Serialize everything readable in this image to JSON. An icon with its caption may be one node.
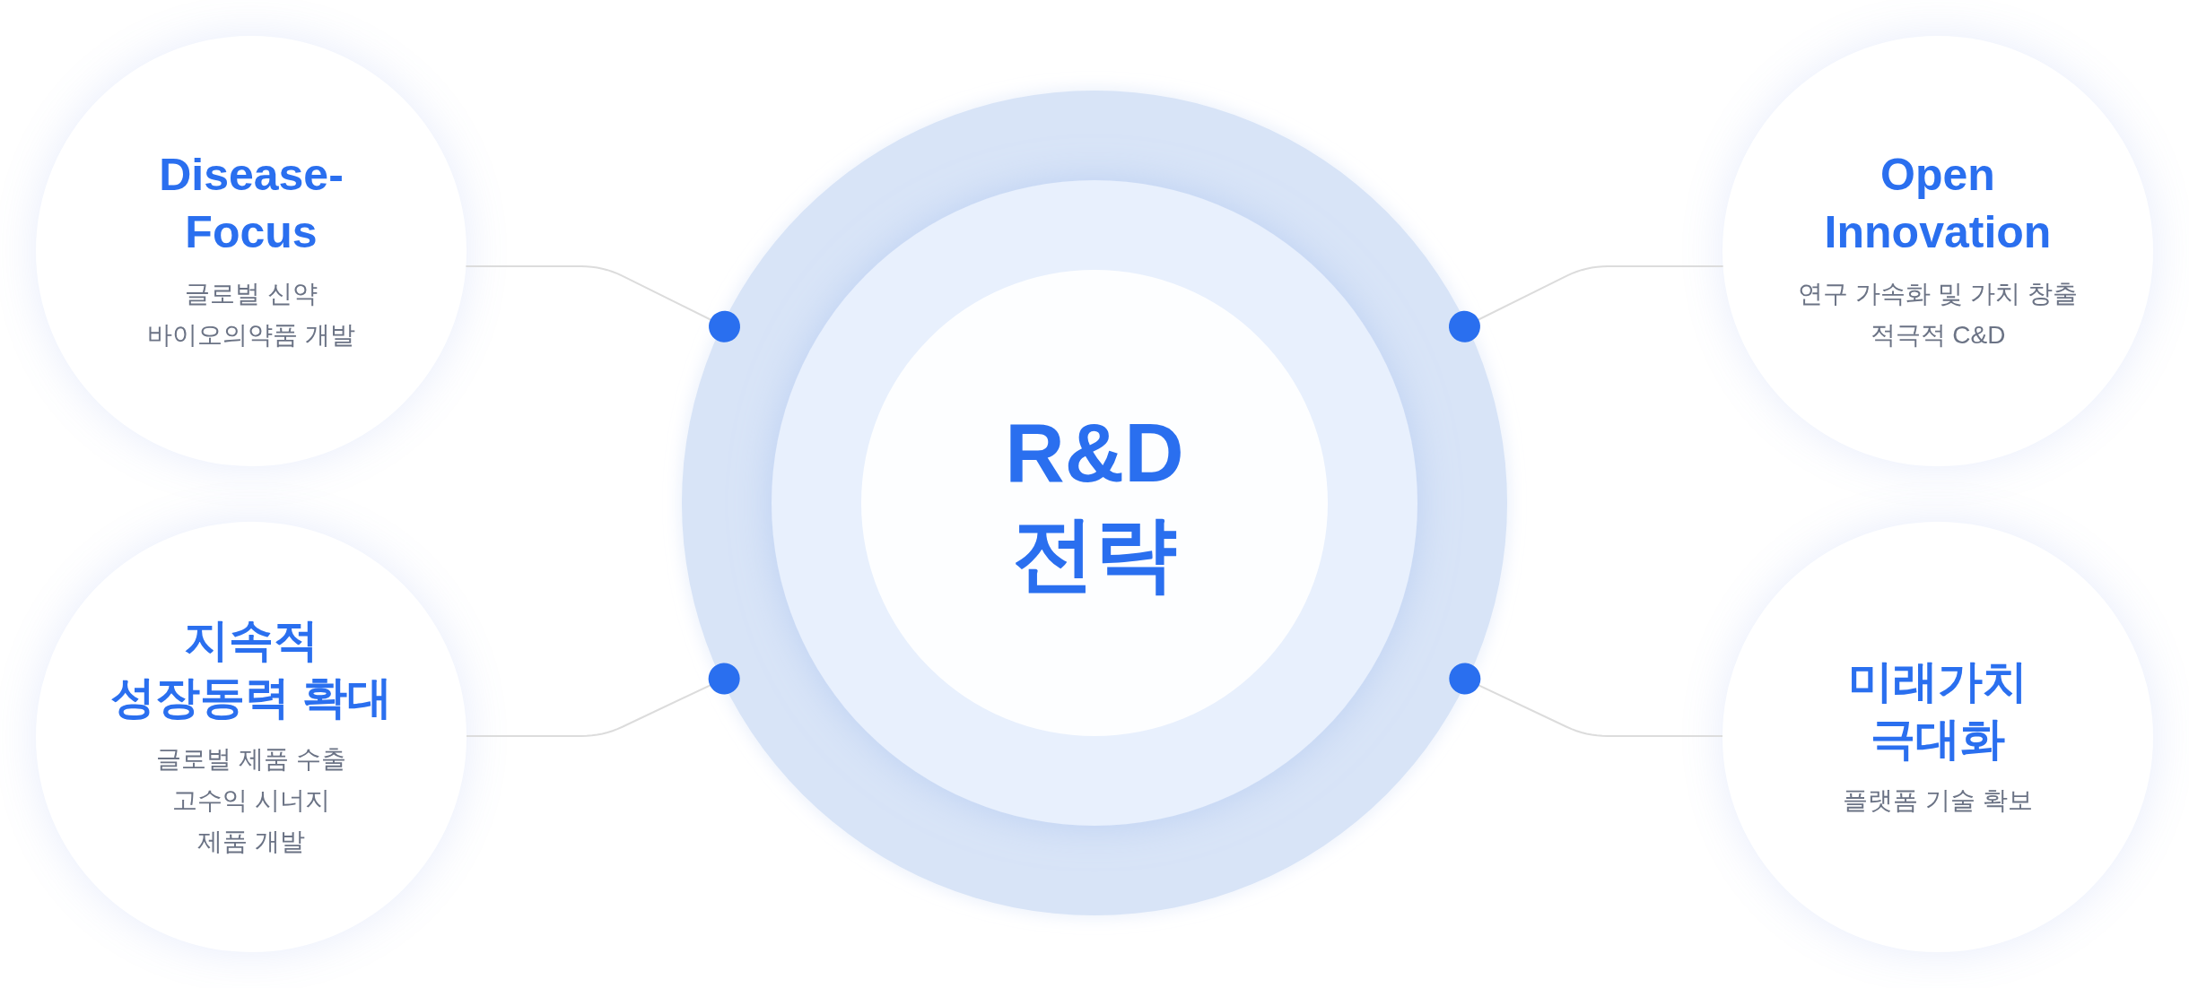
{
  "diagram": {
    "nodes": [
      {
        "text": [
          "R&D 전략"
        ]
      },
      {
        "text": [
          "Disease-Focus",
          "글로벌 신약 바이오의약품 개발"
        ]
      },
      {
        "text": [
          "지속적 성장동력 확대",
          "글로벌 제품 수출 고수익 시너지 제품 개발"
        ]
      },
      {
        "text": [
          "Open Innovation",
          "연구 가속화 및 가치 창출 적극적 C&D"
        ]
      },
      {
        "text": [
          "미래가치 극대화",
          "플랫폼 기술 확보"
        ]
      }
    ],
    "edges": [
      {
        "from": 1,
        "to": 0,
        "arrow": "other"
      },
      {
        "from": 2,
        "to": 0,
        "arrow": "other"
      },
      {
        "from": 3,
        "to": 0,
        "arrow": "other"
      },
      {
        "from": 4,
        "to": 0,
        "arrow": "other"
      }
    ]
  }
}
